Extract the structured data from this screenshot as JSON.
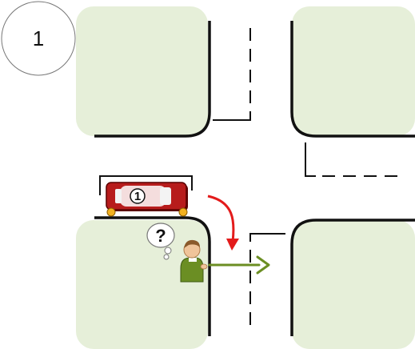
{
  "step_number": "1",
  "car": {
    "number": "1",
    "color": "#b71c1c"
  },
  "pedestrian": {
    "thought": "?",
    "shirt_color": "#6b8e23"
  },
  "colors": {
    "block_fill": "#e6efd9",
    "curb": "#111111",
    "car_turn_arrow": "#e31b1b",
    "pedestrian_arrow": "#6b8e23"
  },
  "icons": {
    "step_badge": "circle-number",
    "car": "car-icon",
    "pedestrian": "pedestrian-icon",
    "thought": "thought-bubble-icon"
  }
}
